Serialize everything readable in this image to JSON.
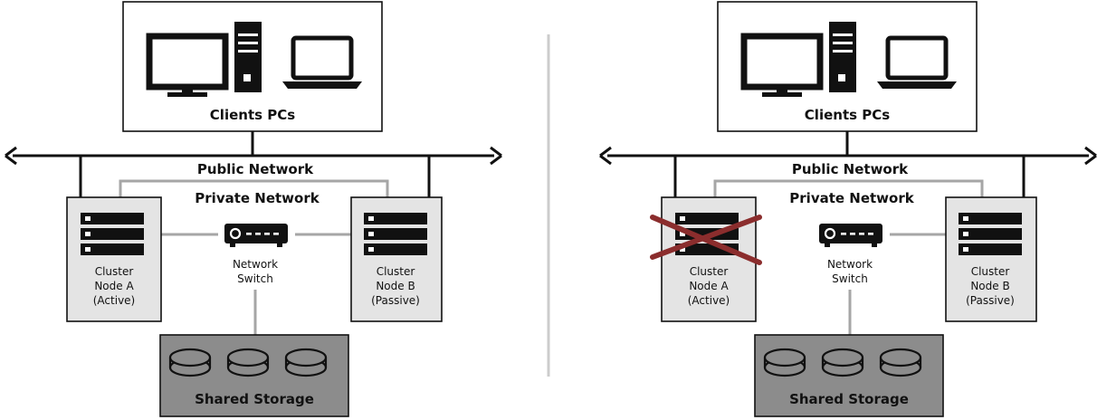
{
  "colors": {
    "public_network": "#111111",
    "private_network": "#a6a6a6",
    "node_fill": "#e4e4e4",
    "storage_fill": "#8c8c8c",
    "failure_cross": "#8b2d2d",
    "divider": "#cccccc"
  },
  "icons": [
    "monitor-icon",
    "tower-pc-icon",
    "laptop-icon",
    "server-rack-icon",
    "network-switch-icon",
    "disk-icon",
    "failure-cross-icon"
  ],
  "panels": [
    {
      "clients_label": "Clients PCs",
      "public_network_label": "Public Network",
      "private_network_label": "Private Network",
      "node_a": {
        "line1": "Cluster",
        "line2": "Node A",
        "line3": "(Active)",
        "failed": false
      },
      "node_b": {
        "line1": "Cluster",
        "line2": "Node B",
        "line3": "(Passive)"
      },
      "switch": {
        "line1": "Network",
        "line2": "Switch"
      },
      "storage_label": "Shared Storage"
    },
    {
      "clients_label": "Clients PCs",
      "public_network_label": "Public Network",
      "private_network_label": "Private Network",
      "node_a": {
        "line1": "Cluster",
        "line2": "Node A",
        "line3": "(Active)",
        "failed": true
      },
      "node_b": {
        "line1": "Cluster",
        "line2": "Node B",
        "line3": "(Passive)"
      },
      "switch": {
        "line1": "Network",
        "line2": "Switch"
      },
      "storage_label": "Shared Storage"
    }
  ]
}
